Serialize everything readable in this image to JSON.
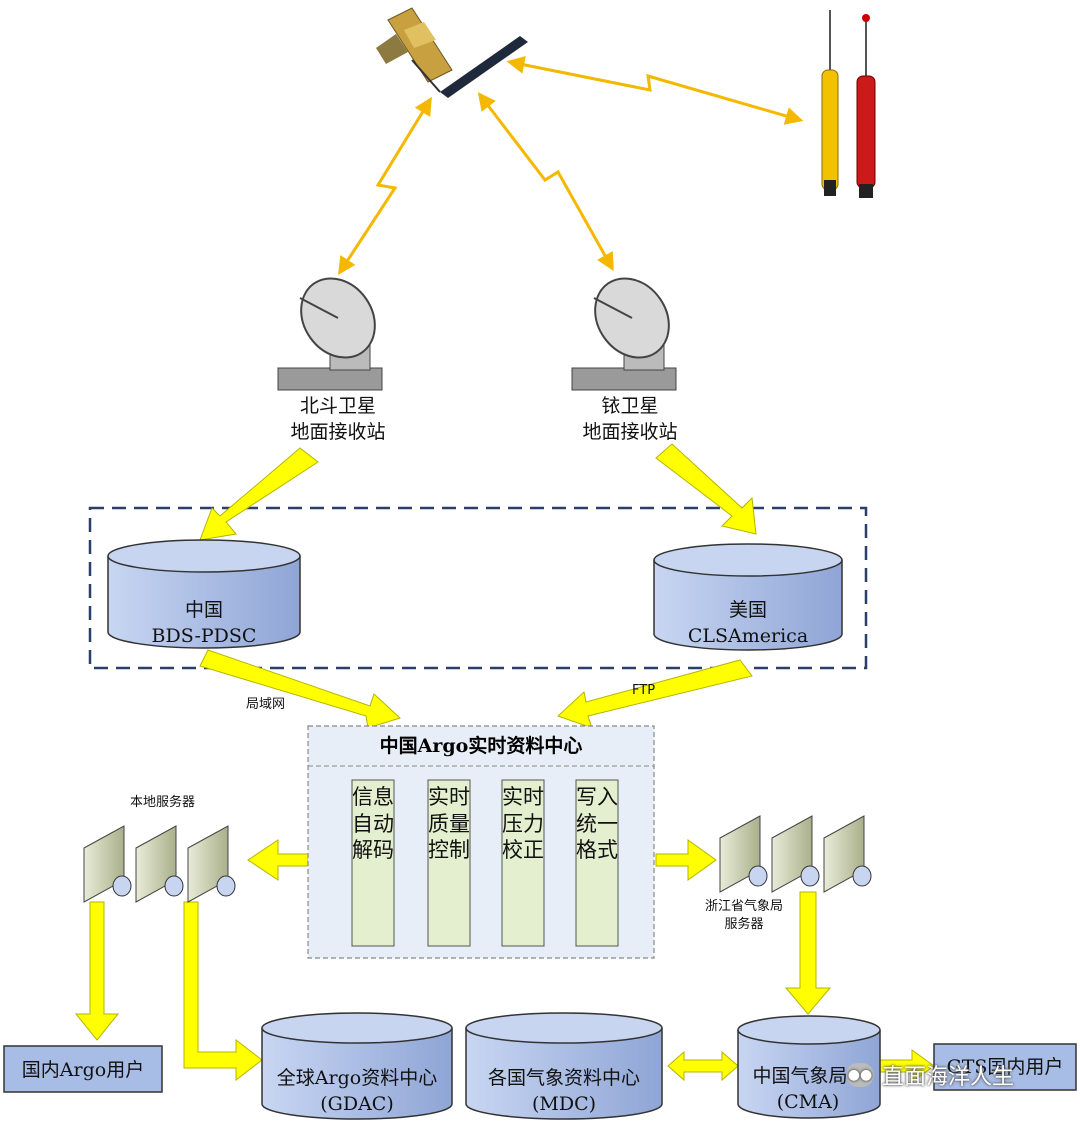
{
  "stations": {
    "beidou": {
      "line1": "北斗卫星",
      "line2": "地面接收站"
    },
    "iridium": {
      "line1": "铱卫星",
      "line2": "地面接收站"
    }
  },
  "databases": {
    "china": {
      "line1": "中国",
      "line2": "BDS-PDSC"
    },
    "usa": {
      "line1": "美国",
      "line2": "CLSAmerica"
    },
    "gdac": {
      "line1": "全球Argo资料中心",
      "line2": "(GDAC)"
    },
    "mdc": {
      "line1": "各国气象资料中心",
      "line2": "(MDC)"
    },
    "cma": {
      "line1": "中国气象局",
      "line2": "(CMA)"
    }
  },
  "links": {
    "lan": "局域网",
    "ftp": "FTP"
  },
  "center": {
    "title": "中国Argo实时资料中心",
    "steps": [
      {
        "text": "信息自动解码"
      },
      {
        "text": "实时质量控制"
      },
      {
        "text": "实时压力校正"
      },
      {
        "text": "写入统一格式"
      }
    ]
  },
  "servers": {
    "local": "本地服务器",
    "zhejiang_line1": "浙江省气象局",
    "zhejiang_line2": "服务器"
  },
  "users": {
    "domestic": "国内Argo用户",
    "gts": "GTS国内用户"
  },
  "watermark": {
    "text": "直面海洋人生",
    "icon": "wechat-icon"
  },
  "colors": {
    "arrow_orange": "#f5b800",
    "arrow_yellow": "#ffff00",
    "db_fill": "#9fb5e0",
    "dashed_border": "#2b3f6b",
    "center_fill": "#e8eef8",
    "step_fill": "#e3efcf"
  }
}
